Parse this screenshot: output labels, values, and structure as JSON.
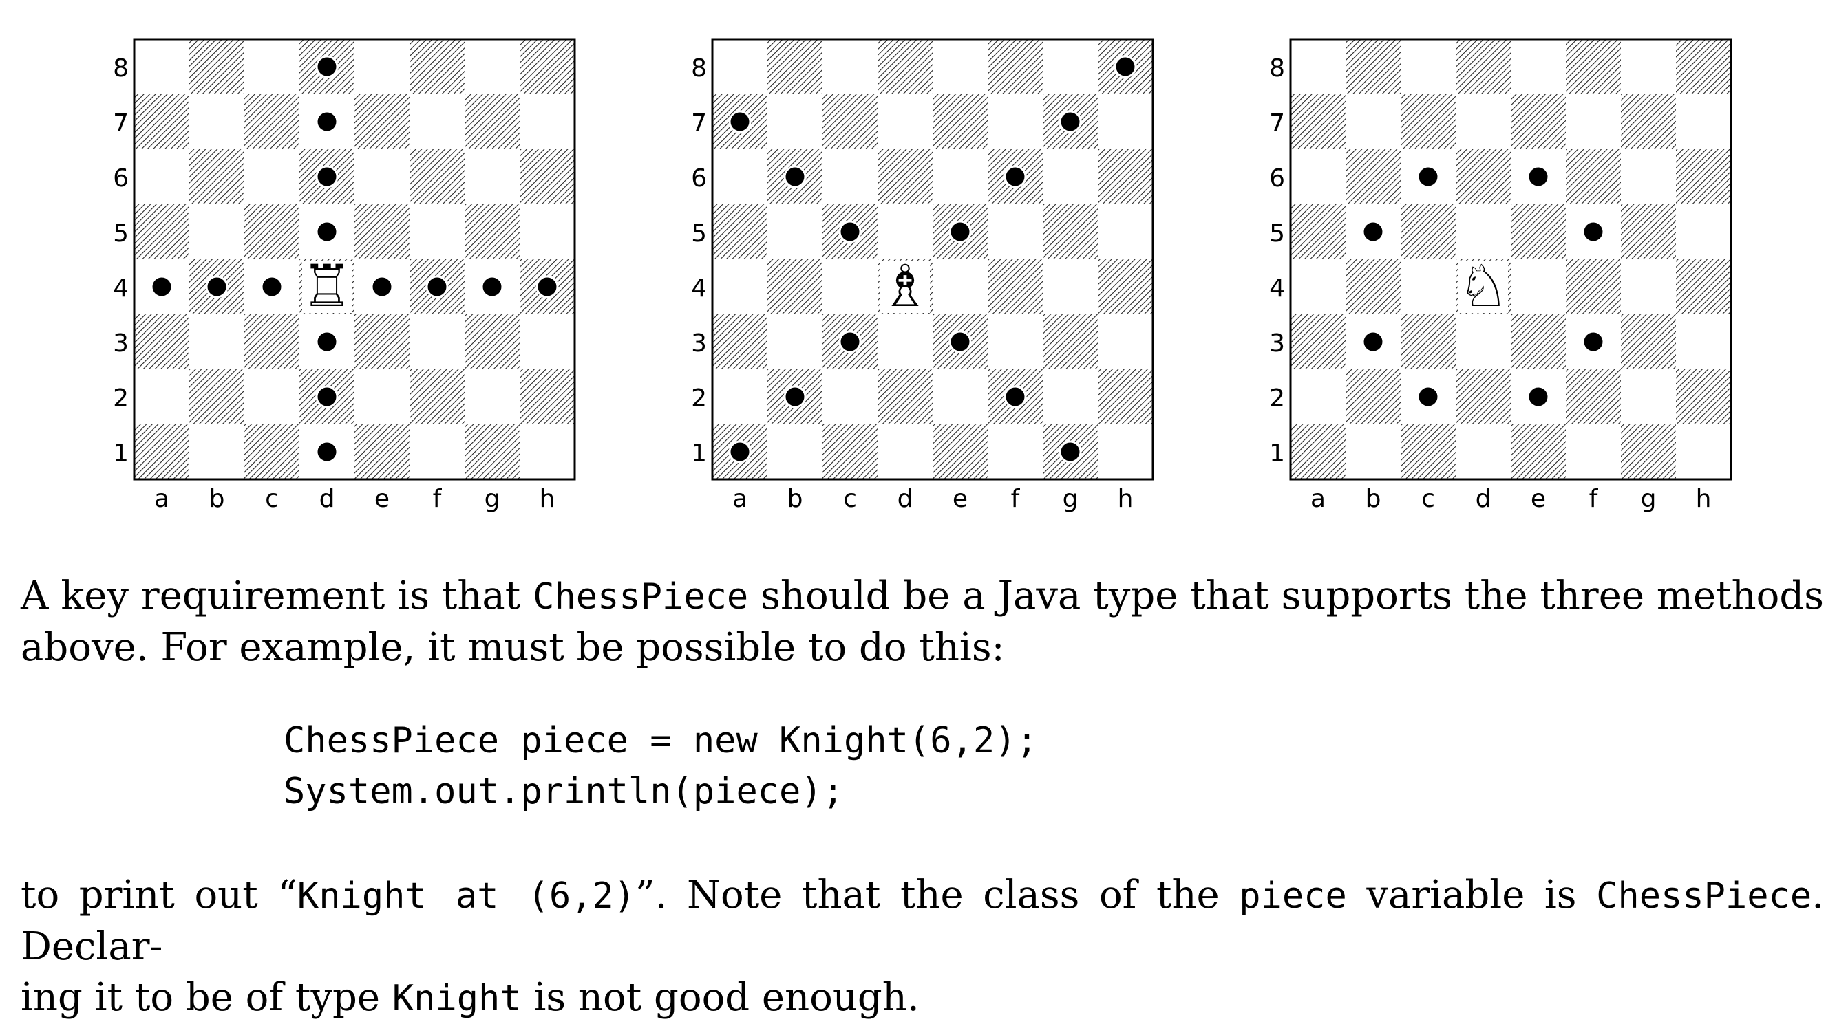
{
  "boards": [
    {
      "piece": "rook",
      "piece_square": "d4",
      "moves": [
        "d8",
        "d7",
        "d6",
        "d5",
        "d3",
        "d2",
        "d1",
        "a4",
        "b4",
        "c4",
        "e4",
        "f4",
        "g4",
        "h4"
      ]
    },
    {
      "piece": "bishop",
      "piece_square": "d4",
      "moves": [
        "h8",
        "a7",
        "g7",
        "b6",
        "f6",
        "c5",
        "e5",
        "c3",
        "e3",
        "b2",
        "f2",
        "a1",
        "g1"
      ]
    },
    {
      "piece": "knight",
      "piece_square": "d4",
      "moves": [
        "c6",
        "e6",
        "b5",
        "f5",
        "b3",
        "f3",
        "c2",
        "e2"
      ]
    }
  ],
  "files": [
    "a",
    "b",
    "c",
    "d",
    "e",
    "f",
    "g",
    "h"
  ],
  "ranks": [
    "8",
    "7",
    "6",
    "5",
    "4",
    "3",
    "2",
    "1"
  ],
  "text": {
    "p1_a": "A key requirement is that ",
    "p1_code": "ChessPiece",
    "p1_b": " should be a Java type that supports the three methods",
    "p1_line2": "above. For example, it must be possible to do this:",
    "code_line1": "ChessPiece piece = new Knight(6,2);",
    "code_line2": "System.out.println(piece);",
    "p2_a": "to print out “",
    "p2_code1": "Knight at (6,2)",
    "p2_b": "”. Note that the class of the ",
    "p2_code2": "piece",
    "p2_c": " variable is ",
    "p2_code3": "ChessPiece",
    "p2_d": ". Declar-",
    "p2_e": "ing it to be of type ",
    "p2_code4": "Knight",
    "p2_f": " is not good enough."
  }
}
